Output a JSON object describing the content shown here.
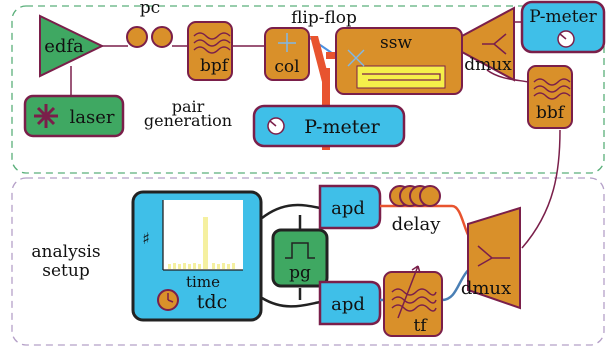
{
  "sections": {
    "pair_generation": {
      "line1": "pair",
      "line2": "generation"
    },
    "analysis_setup": {
      "line1": "analysis",
      "line2": "setup"
    }
  },
  "components": {
    "edfa": "edfa",
    "pc": "pc",
    "laser": "laser",
    "bpf": "bpf",
    "col": "col",
    "flip_flop": "flip-flop",
    "ssw": "ssw",
    "dmux_top": "dmux",
    "p_meter_top_right": "P-meter",
    "p_meter_bottom": "P-meter",
    "bbf": "bbf",
    "apd_top": "apd",
    "apd_bottom": "apd",
    "delay": "delay",
    "pg": "pg",
    "dmux_bottom": "dmux",
    "tf": "tf",
    "tdc": "tdc",
    "histogram_ylabel": "♯",
    "histogram_xlabel": "time"
  },
  "colors": {
    "green": "#3fa862",
    "orange": "#d9902a",
    "cyan": "#3fbfe8",
    "maroon": "#7a1f4a",
    "dash": "#5aaf7a",
    "dash_lower": "#b5a0c8",
    "red_fiber": "#e8542f",
    "blue_fiber": "#4a7fb5",
    "yellow": "#f5f04a"
  }
}
